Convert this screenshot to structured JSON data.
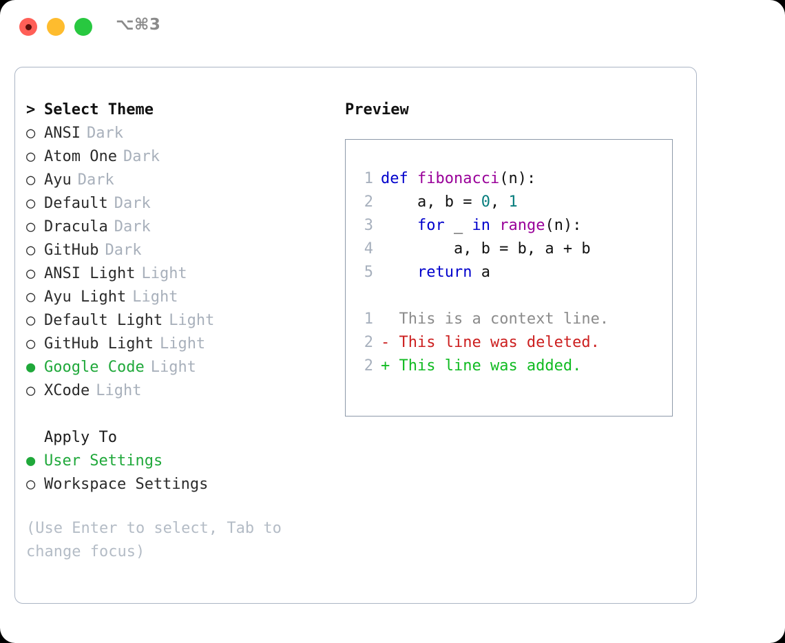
{
  "window": {
    "shortcut_label": "⌥⌘3",
    "traffic_lights": [
      {
        "name": "close",
        "color": "#ff5f57"
      },
      {
        "name": "minimize",
        "color": "#febc2e"
      },
      {
        "name": "maximize",
        "color": "#28c840"
      }
    ]
  },
  "theme_list": {
    "header": "Select Theme",
    "header_marker": ">",
    "marker_selected": "●",
    "marker_unselected": "○",
    "selected_color": "#1fa83a",
    "items": [
      {
        "name": "ANSI",
        "tag": "Dark",
        "selected": false
      },
      {
        "name": "Atom One",
        "tag": "Dark",
        "selected": false
      },
      {
        "name": "Ayu",
        "tag": "Dark",
        "selected": false
      },
      {
        "name": "Default",
        "tag": "Dark",
        "selected": false
      },
      {
        "name": "Dracula",
        "tag": "Dark",
        "selected": false
      },
      {
        "name": "GitHub",
        "tag": "Dark",
        "selected": false
      },
      {
        "name": "ANSI Light",
        "tag": "Light",
        "selected": false
      },
      {
        "name": "Ayu Light",
        "tag": "Light",
        "selected": false
      },
      {
        "name": "Default Light",
        "tag": "Light",
        "selected": false
      },
      {
        "name": "GitHub Light",
        "tag": "Light",
        "selected": false
      },
      {
        "name": "Google Code",
        "tag": "Light",
        "selected": true
      },
      {
        "name": "XCode",
        "tag": "Light",
        "selected": false
      }
    ]
  },
  "apply_to": {
    "header": "Apply To",
    "options": [
      {
        "name": "User Settings",
        "selected": true
      },
      {
        "name": "Workspace Settings",
        "selected": false
      }
    ]
  },
  "hint": "(Use Enter to select, Tab to change focus)",
  "preview": {
    "title": "Preview",
    "code_lines": [
      {
        "number": "1",
        "tokens": [
          {
            "text": "def ",
            "type": "kw"
          },
          {
            "text": "fibonacci",
            "type": "fn"
          },
          {
            "text": "(n):",
            "type": "txt"
          }
        ]
      },
      {
        "number": "2",
        "tokens": [
          {
            "text": "    a, b = ",
            "type": "txt"
          },
          {
            "text": "0",
            "type": "num"
          },
          {
            "text": ", ",
            "type": "txt"
          },
          {
            "text": "1",
            "type": "num"
          }
        ]
      },
      {
        "number": "3",
        "tokens": [
          {
            "text": "    ",
            "type": "txt"
          },
          {
            "text": "for",
            "type": "kw"
          },
          {
            "text": " _ ",
            "type": "txt"
          },
          {
            "text": "in",
            "type": "kw"
          },
          {
            "text": " ",
            "type": "txt"
          },
          {
            "text": "range",
            "type": "fn"
          },
          {
            "text": "(n):",
            "type": "txt"
          }
        ]
      },
      {
        "number": "4",
        "tokens": [
          {
            "text": "        a, b = b, a + b",
            "type": "txt"
          }
        ]
      },
      {
        "number": "5",
        "tokens": [
          {
            "text": "    ",
            "type": "txt"
          },
          {
            "text": "return",
            "type": "kw"
          },
          {
            "text": " a",
            "type": "txt"
          }
        ]
      }
    ],
    "diff_lines": [
      {
        "number": "1",
        "sign": " ",
        "text": "This is a context line.",
        "type": "ctx"
      },
      {
        "number": "2",
        "sign": "-",
        "text": "This line was deleted.",
        "type": "del"
      },
      {
        "number": "2",
        "sign": "+",
        "text": "This line was added.",
        "type": "add"
      }
    ]
  }
}
